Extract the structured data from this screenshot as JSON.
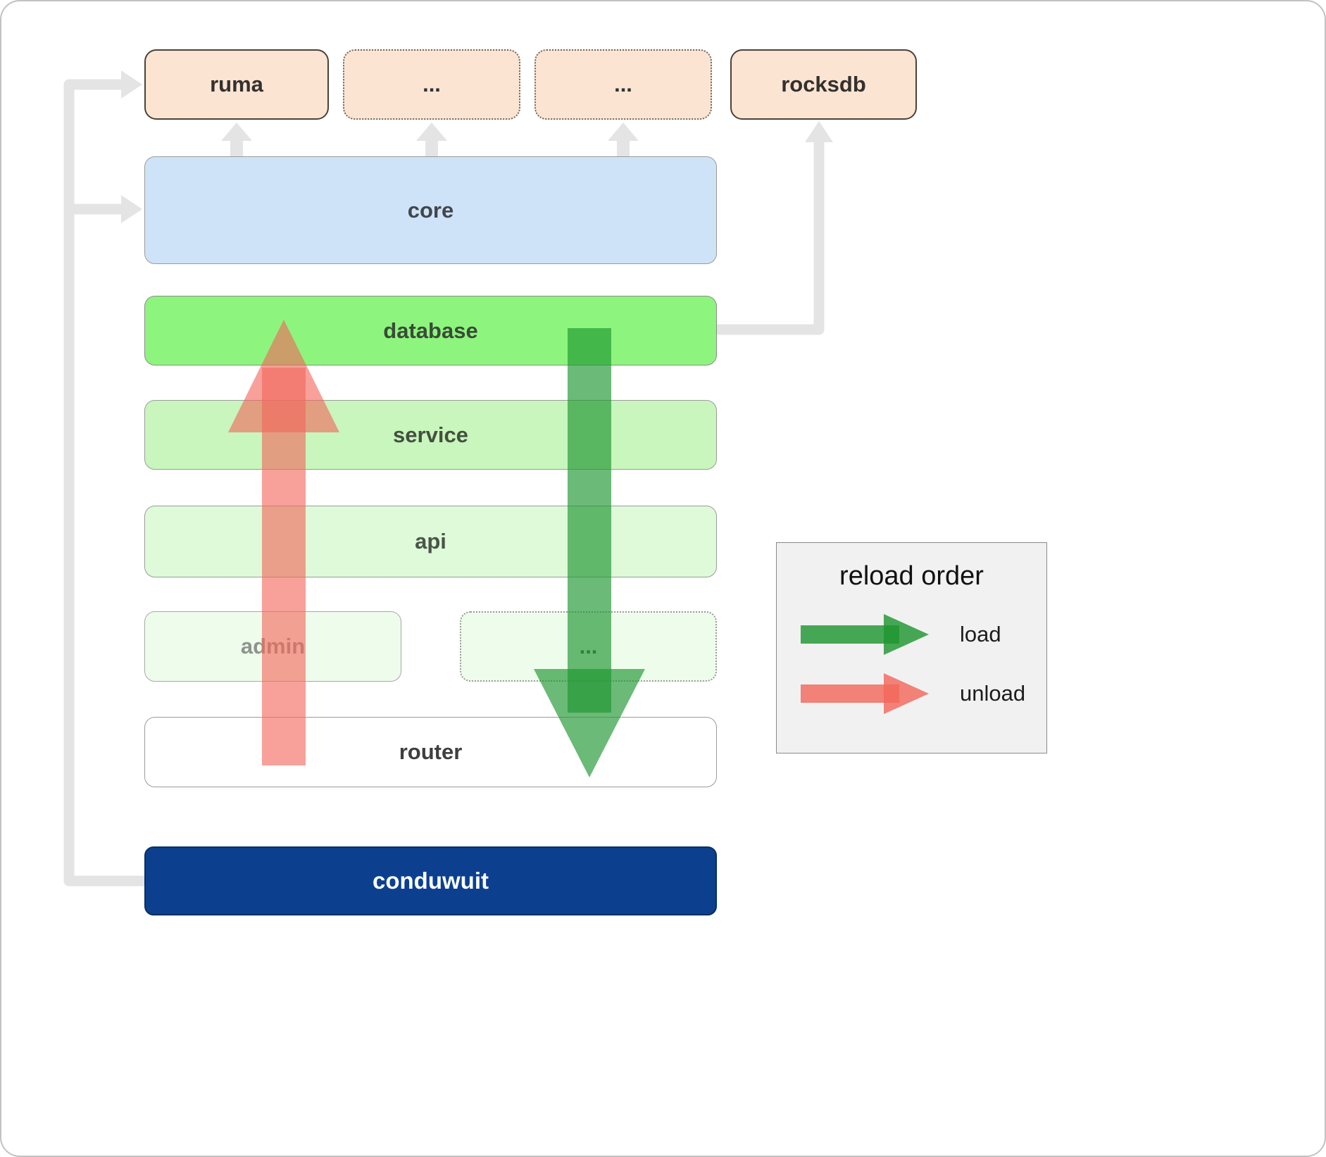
{
  "boxes": {
    "ruma": "ruma",
    "dep_ellipsis_1": "...",
    "dep_ellipsis_2": "...",
    "rocksdb": "rocksdb",
    "core": "core",
    "database": "database",
    "service": "service",
    "api": "api",
    "admin": "admin",
    "more_modules": "...",
    "router": "router",
    "conduwuit": "conduwuit"
  },
  "legend": {
    "title": "reload order",
    "load_label": "load",
    "unload_label": "unload"
  },
  "colors": {
    "peach_fill": "#fce4d3",
    "core_fill": "#cfe3f8",
    "database_fill": "#8df57d",
    "service_fill": "#c8f6bd",
    "api_fill": "#defad8",
    "admin_fill": "#eefdeb",
    "router_fill": "#ffffff",
    "conduwuit_fill": "#0c408f",
    "connector_gray": "#e4e4e4",
    "load_green": "#1f9630",
    "unload_red": "#f2685c",
    "legend_bg": "#f1f1f1"
  }
}
